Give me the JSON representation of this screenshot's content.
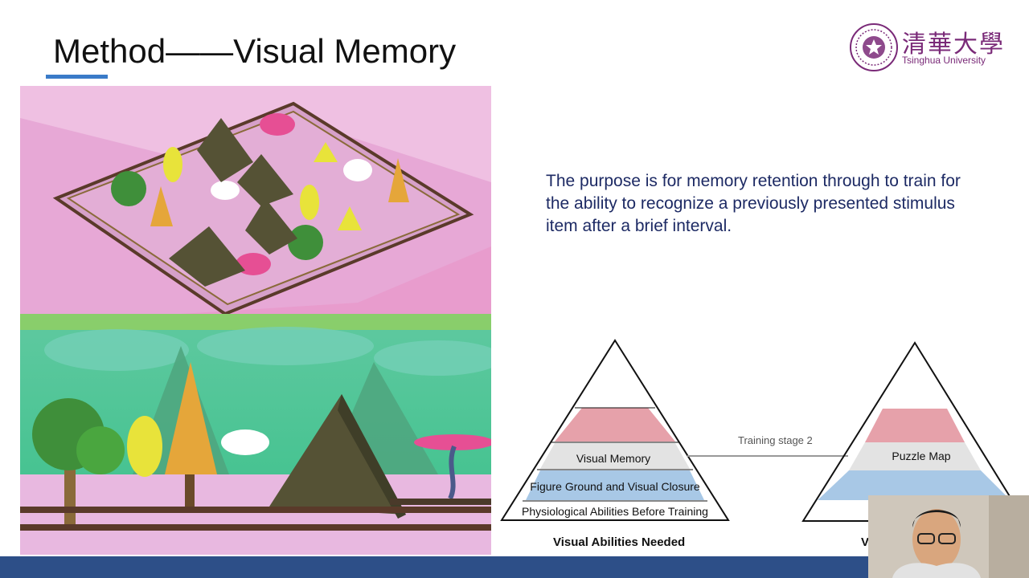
{
  "slide": {
    "title": "Method——Visual Memory",
    "logo": {
      "chinese_name": "清華大學",
      "english_name": "Tsinghua University"
    },
    "purpose_text": "The purpose is for memory retention through to train for the ability to recognize a previously presented stimulus item after a brief interval."
  },
  "left_pyramid": {
    "levels": [
      "",
      "",
      "Visual Memory",
      "Figure Ground and Visual Closure",
      "Physiological Abilities Before Training"
    ],
    "caption": "Visual Abilities Needed"
  },
  "connector": {
    "label": "Training stage 2"
  },
  "right_pyramid": {
    "levels": [
      "",
      "",
      "Puzzle Map",
      "",
      ""
    ],
    "caption": "V"
  },
  "colors": {
    "accent_blue": "#3a7bc8",
    "pink_band": "#e6a1aa",
    "gray_band": "#e3e3e3",
    "blue_band": "#a8c8e6",
    "footer_bar": "#2d4f88",
    "logo_purple": "#7a2a78"
  }
}
